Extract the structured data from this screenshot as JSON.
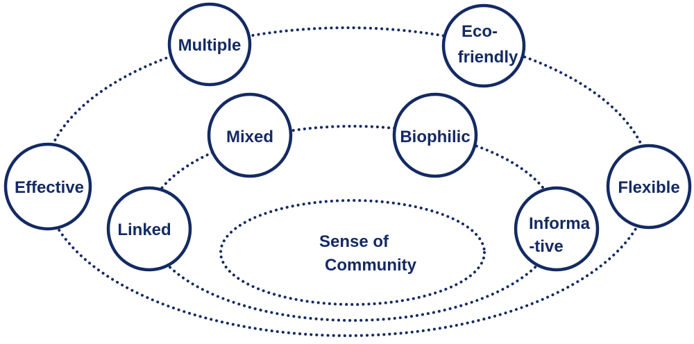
{
  "colors": {
    "stroke": "#142a63",
    "text": "#142a63",
    "background": "#ffffff"
  },
  "center": {
    "line1": "Sense of",
    "line2": "Community"
  },
  "nodes": {
    "multiple": {
      "line1": "Multiple"
    },
    "eco": {
      "line1": "Eco-",
      "line2": "friendly"
    },
    "effective": {
      "line1": "Effective"
    },
    "flexible": {
      "line1": "Flexible"
    },
    "mixed": {
      "line1": "Mixed"
    },
    "biophilic": {
      "line1": "Biophilic"
    },
    "linked": {
      "line1": "Linked"
    },
    "informative": {
      "line1": "Informa",
      "line2": "-tive"
    }
  }
}
